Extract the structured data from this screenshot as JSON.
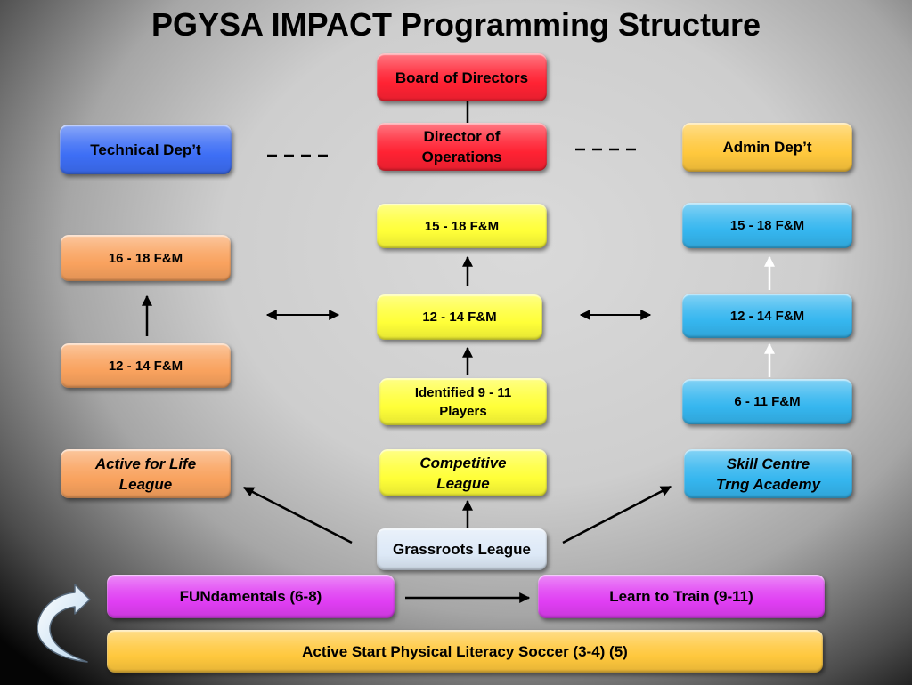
{
  "title": "PGYSA IMPACT Programming Structure",
  "colors": {
    "leadership": "#ff2233",
    "technical": "#3d6ef5",
    "admin": "#ffc83d",
    "center_pathway": "#ffff38",
    "left_pathway": "#f9a25e",
    "right_pathway": "#35b6ef",
    "grassroots": "#dde9f7",
    "development_stages": "#e03ef3",
    "active_start": "#ffc83d"
  },
  "icons": {
    "loop_arrow": "curved-arrow-icon"
  },
  "leadership": {
    "board": "Board of Directors",
    "director_lines": [
      "Director of",
      "Operations"
    ]
  },
  "departments": {
    "technical": "Technical Dep’t",
    "admin": "Admin Dep’t"
  },
  "center_column": {
    "top": "15 - 18 F&M",
    "middle": "12 - 14 F&M",
    "identified_lines": [
      "Identified 9 - 11",
      "Players"
    ],
    "league_lines": [
      "Competitive",
      "League"
    ]
  },
  "left_column": {
    "top": "16 - 18 F&M",
    "middle": "12 - 14 F&M",
    "league_lines": [
      "Active for Life",
      "League"
    ]
  },
  "right_column": {
    "top": "15 - 18 F&M",
    "middle": "12 - 14 F&M",
    "bottom": "6 - 11 F&M",
    "league_lines": [
      "Skill Centre",
      "Trng Academy"
    ]
  },
  "grassroots": "Grassroots League",
  "stages": {
    "fundamentals": "FUNdamentals (6-8)",
    "learn_to_train": "Learn to Train (9-11)",
    "active_start": "Active Start Physical Literacy Soccer (3-4) (5)"
  }
}
